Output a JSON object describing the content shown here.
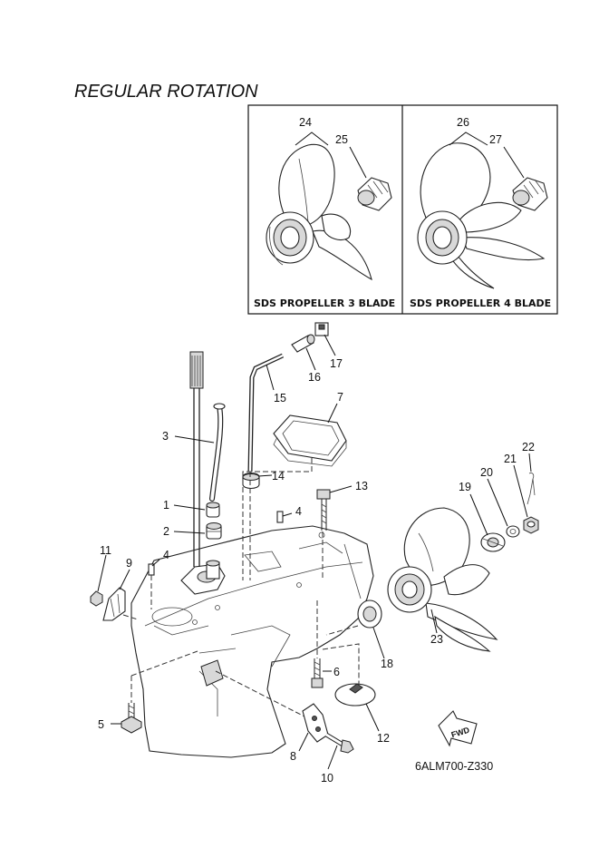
{
  "title": "REGULAR ROTATION",
  "inset": {
    "left_caption": "SDS PROPELLER 3 BLADE",
    "right_caption": "SDS PROPELLER 4 BLADE",
    "callouts": [
      "24",
      "25",
      "26",
      "27"
    ]
  },
  "callouts": {
    "c1": "1",
    "c2": "2",
    "c3": "3",
    "c4a": "4",
    "c4b": "4",
    "c5": "5",
    "c6": "6",
    "c7": "7",
    "c8": "8",
    "c9": "9",
    "c10": "10",
    "c11": "11",
    "c12": "12",
    "c13": "13",
    "c14": "14",
    "c15": "15",
    "c16": "16",
    "c17": "17",
    "c18": "18",
    "c19": "19",
    "c20": "20",
    "c21": "21",
    "c22": "22",
    "c23": "23"
  },
  "fwd_label": "FWD",
  "diagram_code": "6ALM700-Z330"
}
